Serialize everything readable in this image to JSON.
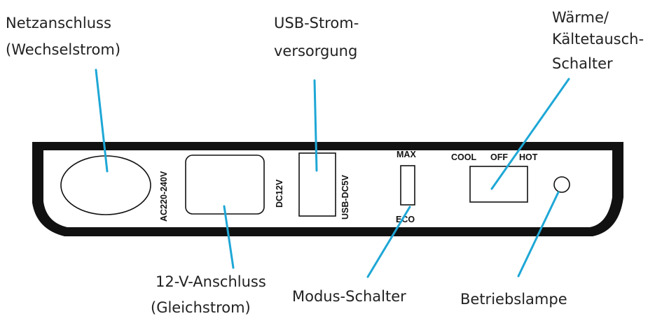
{
  "callouts": {
    "mains": [
      "Netzanschluss",
      "(Wechselstrom)"
    ],
    "usb": [
      "USB-Strom-",
      "versorgung"
    ],
    "heat_cool": [
      "Wärme/",
      "Kältetausch-",
      "Schalter"
    ],
    "dc12": [
      "12-V-Anschluss",
      "(Gleichstrom)"
    ],
    "mode": [
      "Modus-Schalter"
    ],
    "lamp": [
      "Betriebslampe"
    ]
  },
  "panel_labels": {
    "ac": "AC220-240V",
    "dc": "DC12V",
    "usb": "USB-DC5V",
    "max": "MAX",
    "eco": "ECO",
    "cool": "COOL",
    "off": "OFF",
    "hot": "HOT"
  },
  "colors": {
    "leader": "#1ea7d6",
    "panel_fill": "#111111",
    "panel_face": "#ffffff",
    "text": "#222222"
  }
}
